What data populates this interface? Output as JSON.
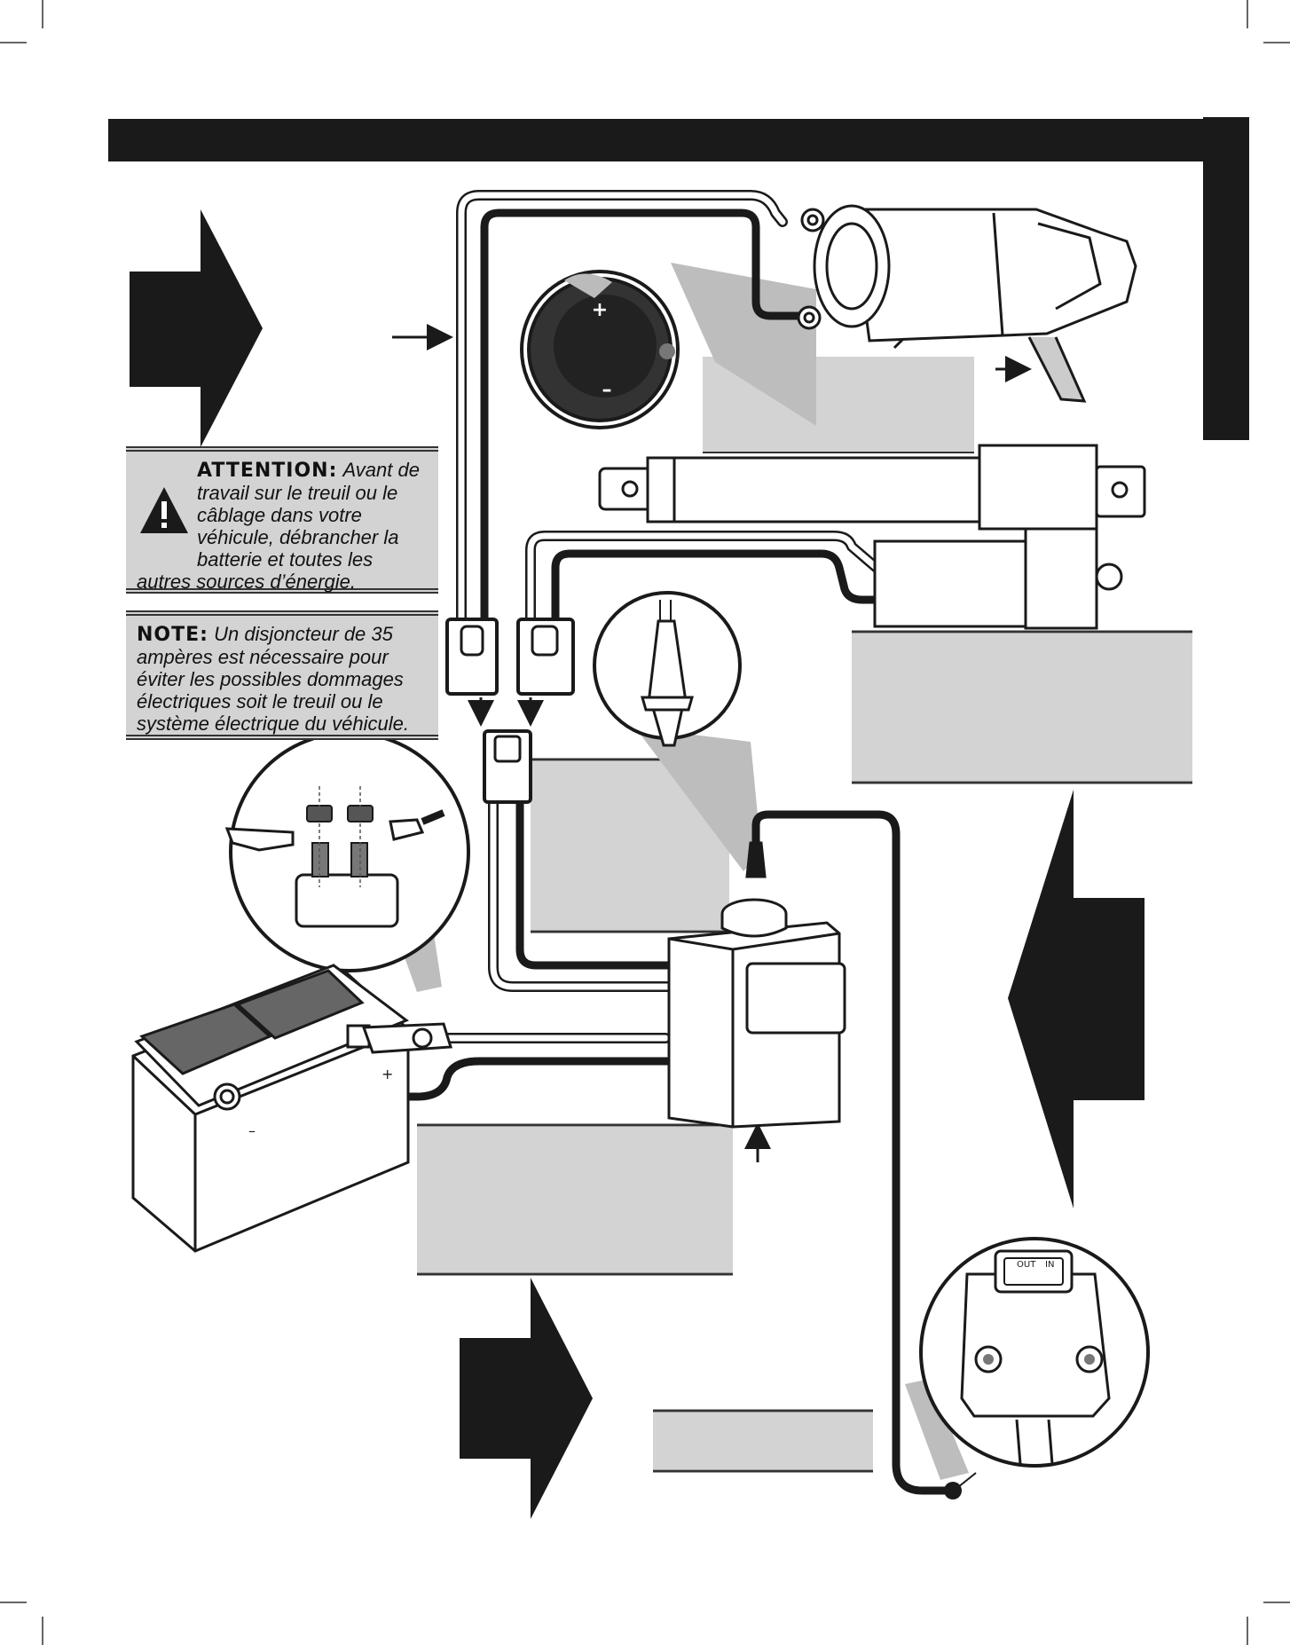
{
  "attention": {
    "label": "ATTENTION:",
    "text": "Avant de travail sur le treuil ou le câblage dans votre véhicule, débrancher la batterie et toutes les autres sources d’énergie."
  },
  "note": {
    "label": "NOTE:",
    "text": "Un disjoncteur de 35 ampères est nécessaire pour éviter les possibles dommages électriques soit le treuil ou le système électrique du véhicule."
  },
  "motor_terminals": {
    "plus": "+",
    "minus": "–"
  },
  "switch": {
    "out_label": "OUT",
    "in_label": "IN"
  },
  "battery": {
    "plus": "+",
    "minus": "–"
  },
  "colors": {
    "ink": "#1a1a1a",
    "panel_gray": "#d3d3d3",
    "callout_gray": "#c8c8c8"
  }
}
